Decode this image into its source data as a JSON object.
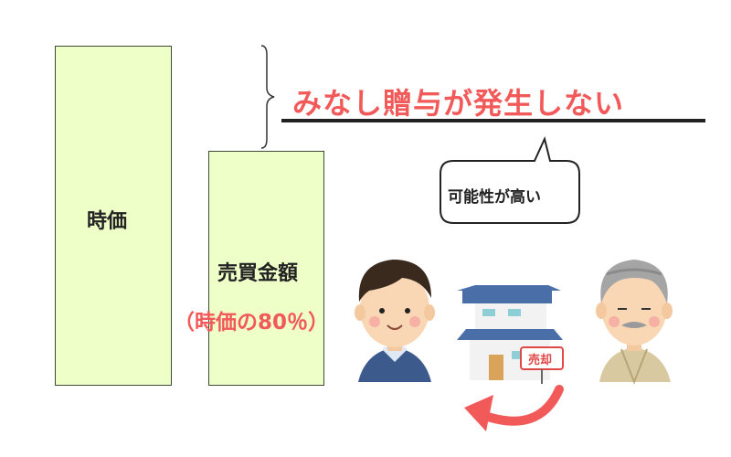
{
  "bars": {
    "market_value_label": "時価",
    "sale_price_label": "売買金額",
    "sale_price_note": "（時価の80％）"
  },
  "headline": "みなし贈与が発生しない",
  "bubble": "可能性が高い",
  "house_sign": "売却",
  "colors": {
    "bar_fill": "#eeffc8",
    "accent_red": "#f25a5a",
    "border": "#3c4a36"
  },
  "icons": [
    "brace-icon",
    "speech-bubble-icon",
    "young-man-icon",
    "house-icon",
    "elderly-man-icon",
    "curved-arrow-icon"
  ]
}
